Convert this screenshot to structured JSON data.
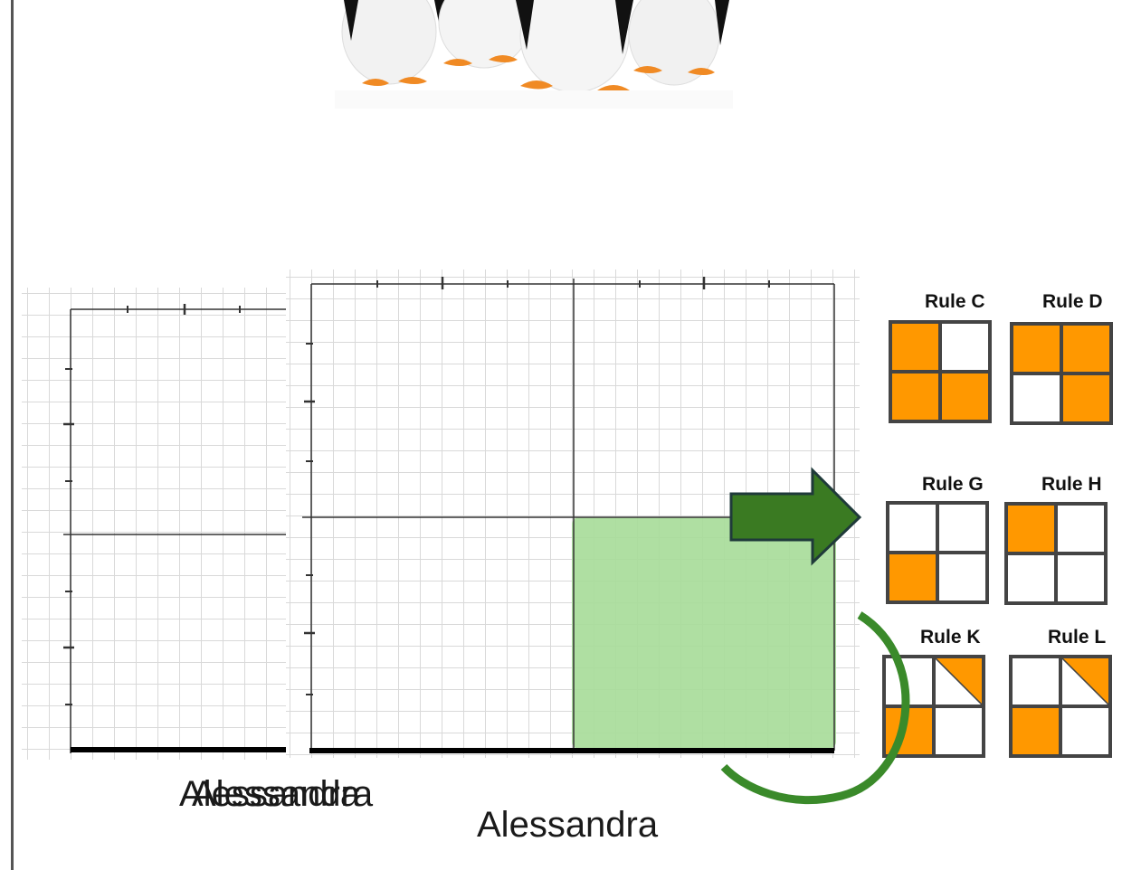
{
  "labels": {
    "name_left_1": "Alessandra",
    "name_left_2": "Alessandra",
    "name_center": "Alessandra"
  },
  "rules": [
    {
      "title": "Rule C",
      "cells": [
        "on",
        "off",
        "on",
        "on"
      ]
    },
    {
      "title": "Rule D",
      "cells": [
        "on",
        "on",
        "off",
        "on"
      ]
    },
    {
      "title": "Rule G",
      "cells": [
        "off",
        "off",
        "on",
        "off"
      ]
    },
    {
      "title": "Rule H",
      "cells": [
        "on",
        "off",
        "off",
        "off"
      ]
    },
    {
      "title": "Rule K",
      "cells": [
        "off",
        "half",
        "on",
        "off"
      ]
    },
    {
      "title": "Rule L",
      "cells": [
        "off",
        "half",
        "on",
        "off"
      ]
    }
  ],
  "colors": {
    "orange": "#ff9800",
    "green_fill": "#a6dc98",
    "arrow_green": "#3a7a22",
    "arc_green": "#3a8a2a",
    "border_dark": "#444444"
  },
  "icons": {
    "penguins": "penguin-group-image",
    "arrow": "right-arrow-icon",
    "arc": "curved-arc-icon"
  }
}
